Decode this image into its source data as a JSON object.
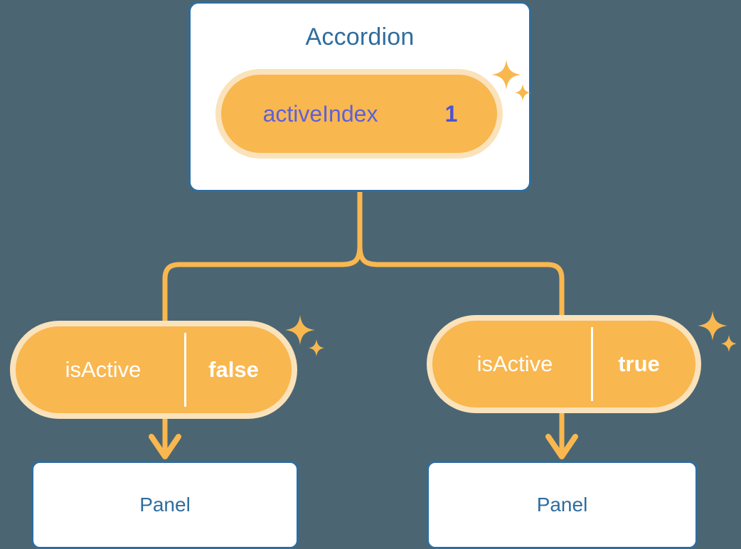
{
  "theme": {
    "background": "#4b6672",
    "card_border": "#2f6d9e",
    "card_text": "#2f6d9e",
    "card_fill": "#ffffff",
    "pill_ring": "#f9b74f",
    "pill_halo": "#fae2bb",
    "pill_purple": "#6064d7",
    "value_text": "#4d52d6",
    "connector": "#f9b74f",
    "sparkle": "#f9b74f"
  },
  "tree": {
    "root": {
      "title": "Accordion",
      "state": {
        "key": "activeIndex",
        "value": "1"
      }
    },
    "children": [
      {
        "state": {
          "key": "isActive",
          "value": "false"
        },
        "child": {
          "title": "Panel"
        }
      },
      {
        "state": {
          "key": "isActive",
          "value": "true"
        },
        "child": {
          "title": "Panel"
        }
      }
    ]
  },
  "icons": {
    "sparkle_large": "sparkle-icon",
    "sparkle_small": "sparkle-small-icon",
    "arrow_down": "arrow-down-icon"
  }
}
